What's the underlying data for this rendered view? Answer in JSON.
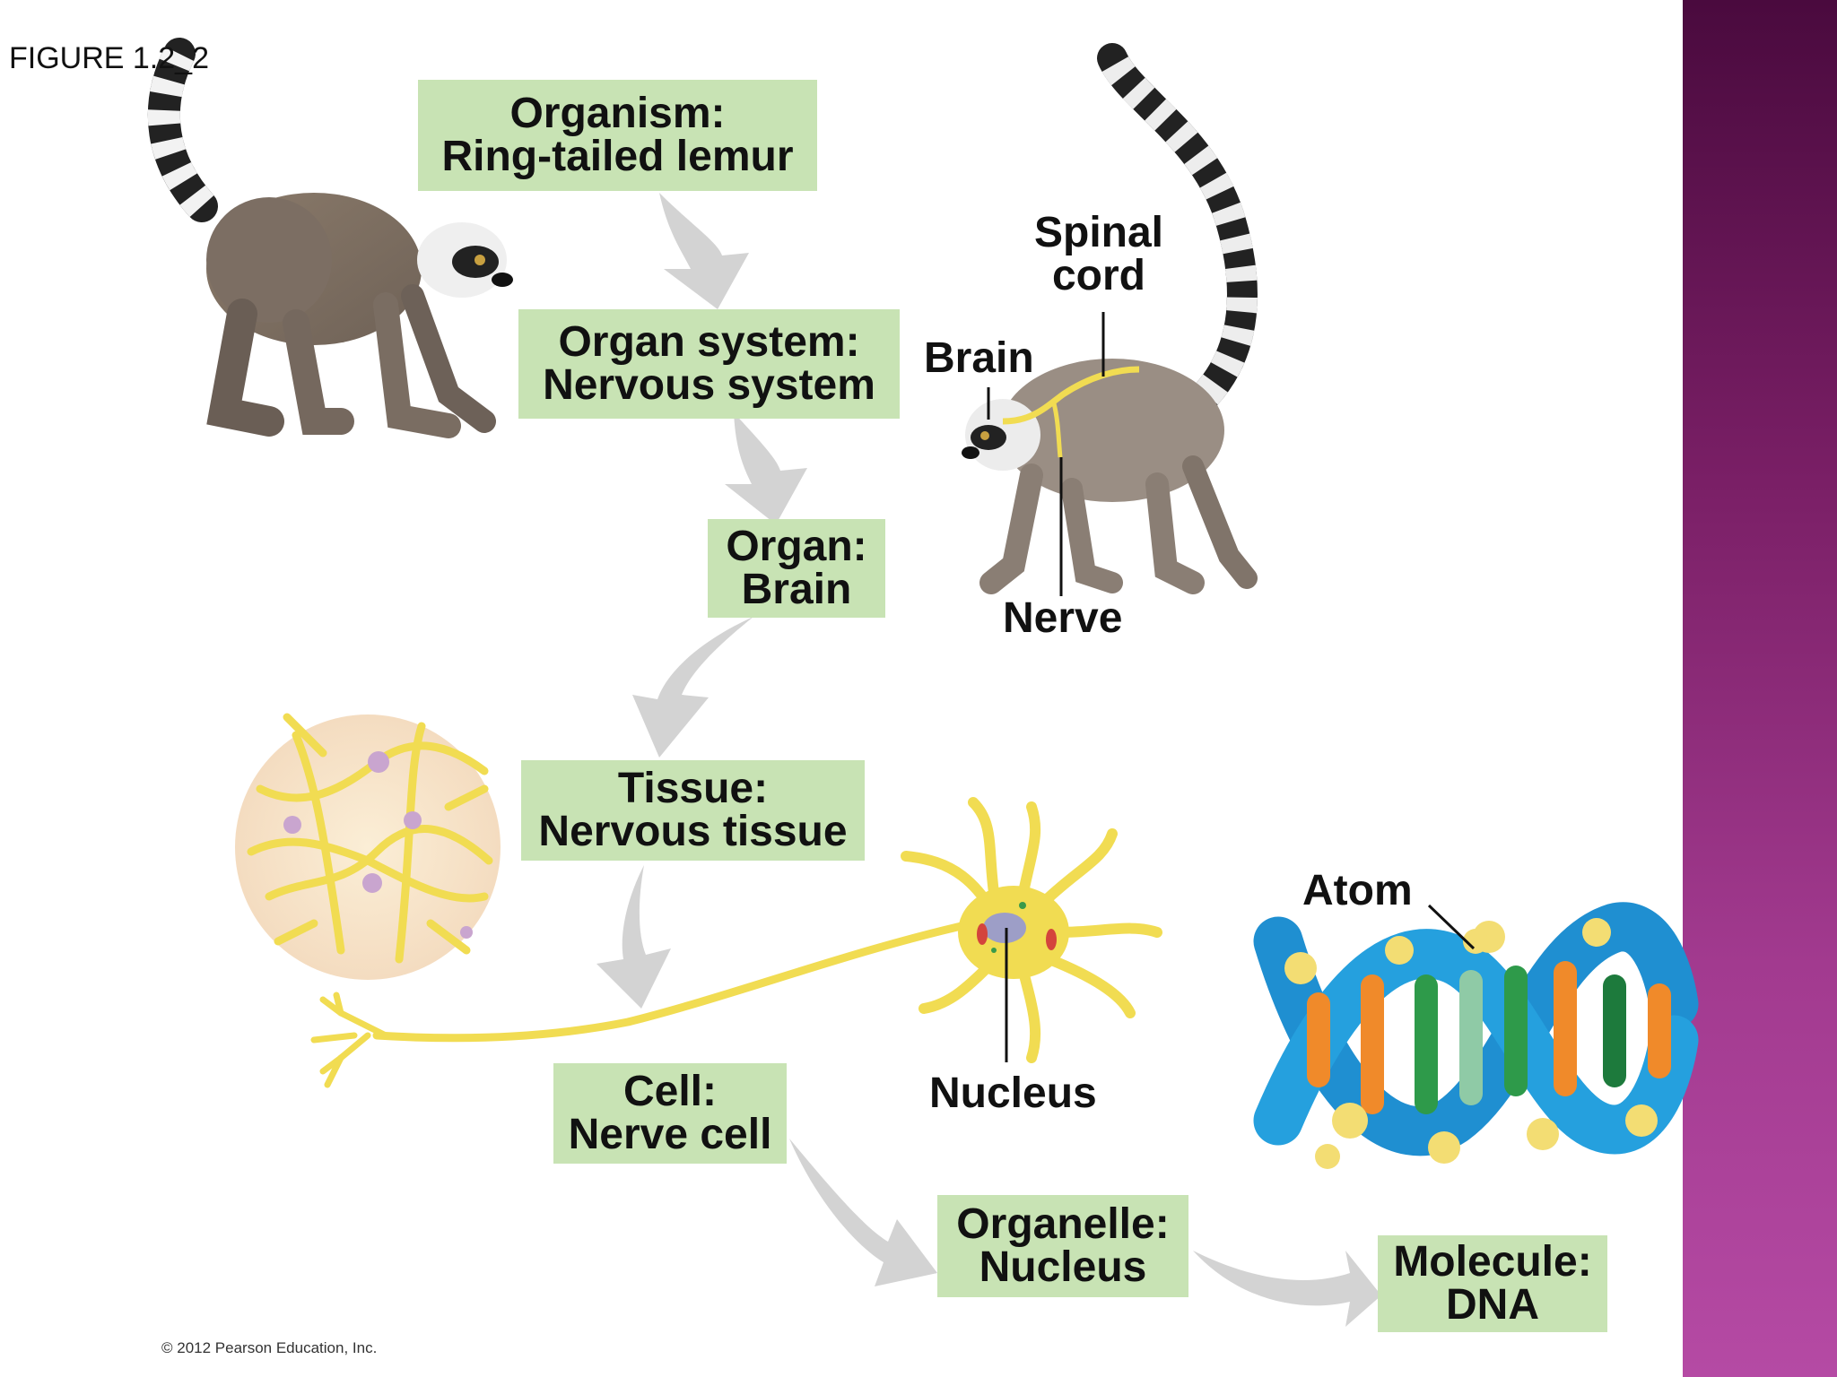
{
  "figure_label": "FIGURE 1.2_2",
  "copyright": "© 2012 Pearson Education, Inc.",
  "levels": [
    {
      "title": "Organism:",
      "name": "Ring-tailed lemur"
    },
    {
      "title": "Organ system:",
      "name": "Nervous system"
    },
    {
      "title": "Organ:",
      "name": "Brain"
    },
    {
      "title": "Tissue:",
      "name": "Nervous tissue"
    },
    {
      "title": "Cell:",
      "name": "Nerve cell"
    },
    {
      "title": "Organelle:",
      "name": "Nucleus"
    },
    {
      "title": "Molecule:",
      "name": "DNA"
    }
  ],
  "callouts": {
    "spinal_cord_line1": "Spinal",
    "spinal_cord_line2": "cord",
    "brain": "Brain",
    "nerve": "Nerve",
    "nucleus": "Nucleus",
    "atom": "Atom"
  },
  "colors": {
    "box_fill": "#c8e3b4",
    "arrow": "#d3d3d3",
    "neuron": "#f1dc52",
    "side_band": "#a23a8f"
  }
}
